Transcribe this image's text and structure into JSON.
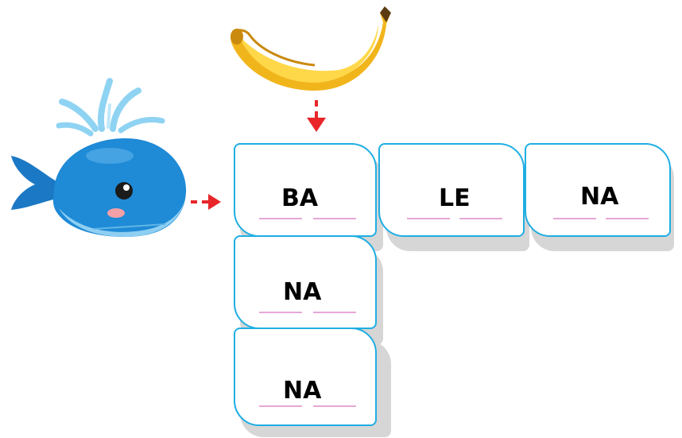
{
  "cards": [
    {
      "id": "ba",
      "text": "BA"
    },
    {
      "id": "le",
      "text": "LE"
    },
    {
      "id": "na-top",
      "text": "NA"
    },
    {
      "id": "na-mid",
      "text": "NA"
    },
    {
      "id": "na-bottom",
      "text": "NA"
    }
  ],
  "icons": {
    "banana": "banana-icon",
    "whale": "whale-icon"
  },
  "colors": {
    "card_border": "#1faee3",
    "card_shadow": "#d6d6d6",
    "answer_line": "#e6a8d6",
    "arrow": "#e8262a"
  }
}
